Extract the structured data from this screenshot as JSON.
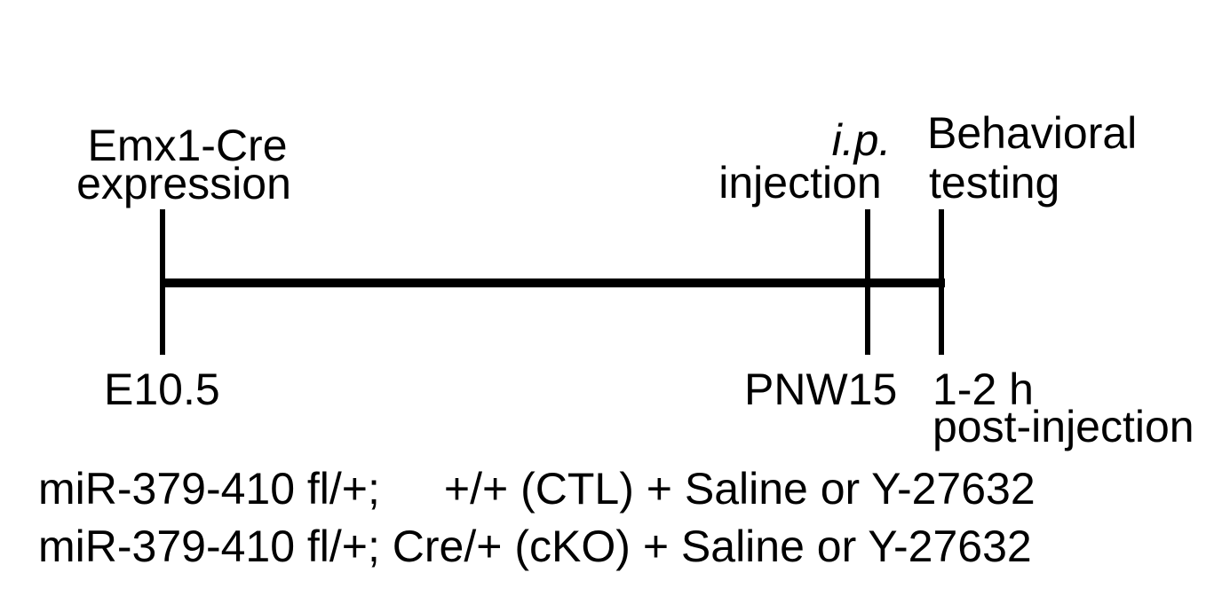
{
  "timeline": {
    "events": [
      {
        "title": "Emx1-Cre",
        "subtitle": "expression",
        "time": "E10.5"
      },
      {
        "title": "i.p.",
        "subtitle": "injection",
        "time": "PNW15"
      },
      {
        "title": "Behavioral",
        "subtitle": "testing",
        "time": "1-2 h",
        "time_note": "post-injection"
      }
    ]
  },
  "genotypes": [
    {
      "prefix": "miR-379-410 fl/+;",
      "allele": "+/+",
      "group": "(CTL)",
      "treatment": "+ Saline or Y-27632"
    },
    {
      "prefix": "miR-379-410 fl/+;",
      "allele": "Cre/+",
      "group": "(cKO)",
      "treatment": "+ Saline or Y-27632"
    }
  ]
}
